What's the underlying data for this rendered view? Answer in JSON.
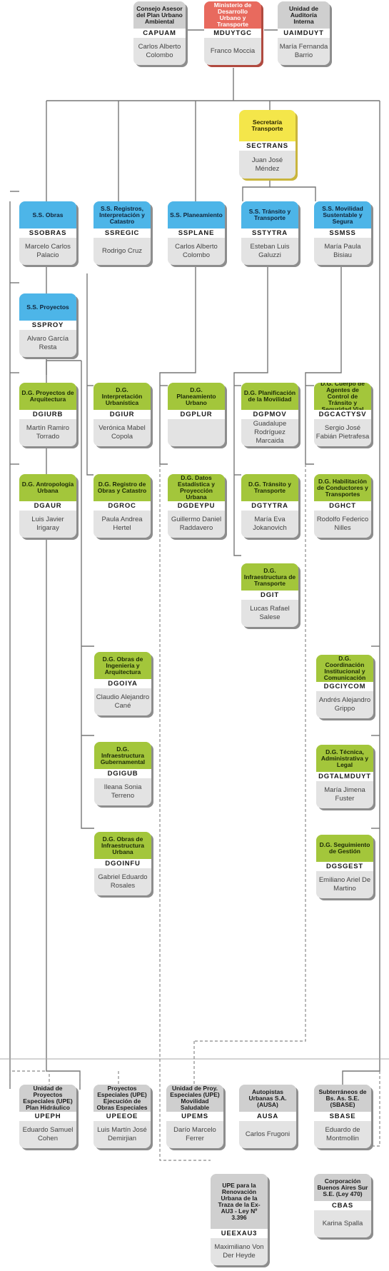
{
  "nodes": [
    {
      "id": "capuam",
      "title": "Consejo Asesor del Plan Urbano Ambiental",
      "code": "CAPUAM",
      "person": "Carlos Alberto Colombo",
      "color": "gray"
    },
    {
      "id": "mduytgc",
      "title": "Ministerio de Desarrollo Urbano y Transporte",
      "code": "MDUYTGC",
      "person": "Franco Moccia",
      "color": "red"
    },
    {
      "id": "uaimduyt",
      "title": "Unidad de Auditoría Interna",
      "code": "UAIMDUYT",
      "person": "María Fernanda Barrio",
      "color": "gray"
    },
    {
      "id": "sectrans",
      "title": "Secretaría Transporte",
      "code": "SECTRANS",
      "person": "Juan José Méndez",
      "color": "yellow"
    },
    {
      "id": "ssobras",
      "title": "S.S. Obras",
      "code": "SSOBRAS",
      "person": "Marcelo Carlos Palacio",
      "color": "blue"
    },
    {
      "id": "ssregic",
      "title": "S.S. Registros, Interpretación y Catastro",
      "code": "SSREGIC",
      "person": "Rodrigo Cruz",
      "color": "blue"
    },
    {
      "id": "ssplane",
      "title": "S.S. Planeamiento",
      "code": "SSPLANE",
      "person": "Carlos Alberto Colombo",
      "color": "blue"
    },
    {
      "id": "sstytra",
      "title": "S.S. Tránsito y Transporte",
      "code": "SSTYTRA",
      "person": "Esteban Luis Galuzzi",
      "color": "blue"
    },
    {
      "id": "ssmss",
      "title": "S.S. Movilidad Sustentable y Segura",
      "code": "SSMSS",
      "person": "María Paula Bisiau",
      "color": "blue"
    },
    {
      "id": "ssproy",
      "title": "S.S. Proyectos",
      "code": "SSPROY",
      "person": "Alvaro García Resta",
      "color": "blue"
    },
    {
      "id": "dgiurb",
      "title": "D.G. Proyectos de Arquitectura",
      "code": "DGIURB",
      "person": "Martín Ramiro Torrado",
      "color": "green"
    },
    {
      "id": "dgiur",
      "title": "D.G. Interpretación Urbanística",
      "code": "DGIUR",
      "person": "Verónica Mabel Copola",
      "color": "green"
    },
    {
      "id": "dgplur",
      "title": "D.G. Planeamiento Urbano",
      "code": "DGPLUR",
      "person": "",
      "color": "green"
    },
    {
      "id": "dgpmov",
      "title": "D.G. Planificación de la Movilidad",
      "code": "DGPMOV",
      "person": "Guadalupe Rodríguez Marcaida",
      "color": "green"
    },
    {
      "id": "dgcactysv",
      "title": "D.G. Cuerpo de Agentes de Control de Tránsito y Seguridad Vial",
      "code": "DGCACTYSV",
      "person": "Sergio José Fabián Pietrafesa",
      "color": "green"
    },
    {
      "id": "dgaur",
      "title": "D.G. Antropología Urbana",
      "code": "DGAUR",
      "person": "Luis Javier Irigaray",
      "color": "green"
    },
    {
      "id": "dgroc",
      "title": "D.G. Registro de Obras y Catastro",
      "code": "DGROC",
      "person": "Paula Andrea Hertel",
      "color": "green"
    },
    {
      "id": "dgdeypu",
      "title": "D.G. Datos Estadística y Proyección Urbana",
      "code": "DGDEYPU",
      "person": "Guillermo Daniel Raddavero",
      "color": "green"
    },
    {
      "id": "dgtytra",
      "title": "D.G. Tránsito y Transporte",
      "code": "DGTYTRA",
      "person": "María Eva Jokanovich",
      "color": "green"
    },
    {
      "id": "dghct",
      "title": "D.G. Habilitación de Conductores y Transportes",
      "code": "DGHCT",
      "person": "Rodolfo Federico Nilles",
      "color": "green"
    },
    {
      "id": "dgit",
      "title": "D.G. Infraestructura de Transporte",
      "code": "DGIT",
      "person": "Lucas Rafael Salese",
      "color": "green"
    },
    {
      "id": "dgoiya",
      "title": "D.G. Obras de Ingeniería y Arquitectura",
      "code": "DGOIYA",
      "person": "Claudio Alejandro Cané",
      "color": "green"
    },
    {
      "id": "dgciycom",
      "title": "D.G. Coordinación Institucional y Comunicación",
      "code": "DGCIYCOM",
      "person": "Andrés Alejandro Grippo",
      "color": "green"
    },
    {
      "id": "dgigub",
      "title": "D.G. Infraestructura Gubernamental",
      "code": "DGIGUB",
      "person": "Ileana Sonia Terreno",
      "color": "green"
    },
    {
      "id": "dgtalmduyt",
      "title": "D.G. Técnica, Administrativa y Legal",
      "code": "DGTALMDUYT",
      "person": "María Jimena Fuster",
      "color": "green"
    },
    {
      "id": "dgoinfu",
      "title": "D.G. Obras de Infraestructura Urbana",
      "code": "DGOINFU",
      "person": "Gabriel Eduardo Rosales",
      "color": "green"
    },
    {
      "id": "dgsgest",
      "title": "D.G. Seguimiento de Gestión",
      "code": "DGSGEST",
      "person": "Emiliano Ariel De Martino",
      "color": "green"
    },
    {
      "id": "upeph",
      "title": "Unidad de Proyectos Especiales (UPE) Plan Hidráulico",
      "code": "UPEPH",
      "person": "Eduardo Samuel Cohen",
      "color": "gray"
    },
    {
      "id": "upeeoe",
      "title": "Proyectos Especiales (UPE) Ejecución de Obras Especiales",
      "code": "UPEEOE",
      "person": "Luis Martín José Demirjian",
      "color": "gray"
    },
    {
      "id": "upems",
      "title": "Unidad de Proy. Especiales (UPE) Movilidad Saludable",
      "code": "UPEMS",
      "person": "Darío Marcelo Ferrer",
      "color": "gray"
    },
    {
      "id": "ausa",
      "title": "Autopistas Urbanas S.A. (AUSA)",
      "code": "AUSA",
      "person": "Carlos Frugoni",
      "color": "gray"
    },
    {
      "id": "sbase",
      "title": "Subterráneos de Bs. As. S.E. (SBASE)",
      "code": "SBASE",
      "person": "Eduardo de Montmollin",
      "color": "gray"
    },
    {
      "id": "ueexau3",
      "title": "UPE para la Renovación Urbana de la Traza de la Ex-AU3 - Ley Nº 3.396",
      "code": "UEEXAU3",
      "person": "Maximiliano Von Der Heyde",
      "color": "gray"
    },
    {
      "id": "cbas",
      "title": "Corporación Buenos Aires Sur S.E. (Ley 470)",
      "code": "CBAS",
      "person": "Karina Spalla",
      "color": "gray"
    }
  ]
}
